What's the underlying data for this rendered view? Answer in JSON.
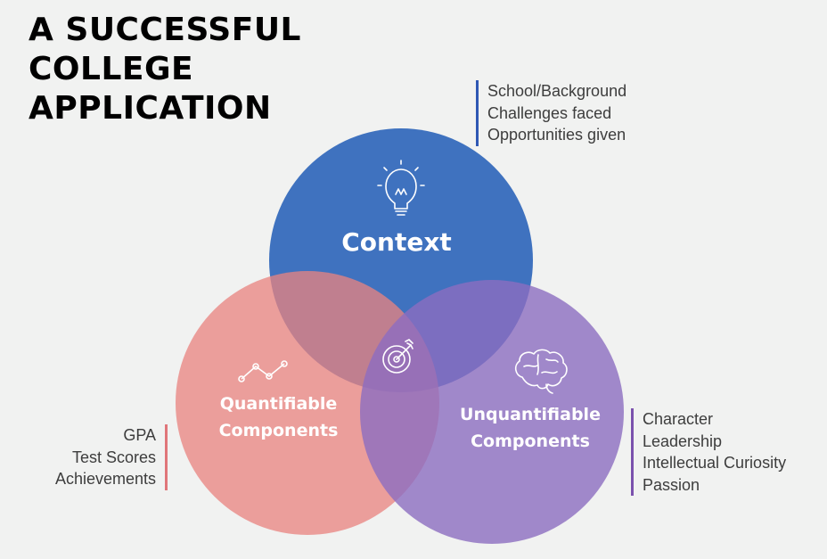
{
  "title": {
    "lines": [
      "A SUCCESSFUL",
      "COLLEGE",
      "APPLICATION"
    ]
  },
  "circles": {
    "context": {
      "label": "Context",
      "color": "#3b6fbe",
      "icon": "lightbulb-icon",
      "details": [
        "School/Background",
        "Challenges faced",
        "Opportunities given"
      ],
      "accent": "#2f58b4"
    },
    "quantifiable": {
      "label_lines": [
        "Quantifiable",
        "Components"
      ],
      "color": "#e8837f",
      "icon": "line-chart-icon",
      "details": [
        "GPA",
        "Test Scores",
        "Achievements"
      ],
      "accent": "#e0767a"
    },
    "unquantifiable": {
      "label_lines": [
        "Unquantifiable",
        "Components"
      ],
      "color": "#8c6dc0",
      "icon": "brain-icon",
      "details": [
        "Character",
        "Leadership",
        "Intellectual Curiosity",
        "Passion"
      ],
      "accent": "#7b52ad"
    }
  },
  "center": {
    "icon": "target-icon"
  }
}
